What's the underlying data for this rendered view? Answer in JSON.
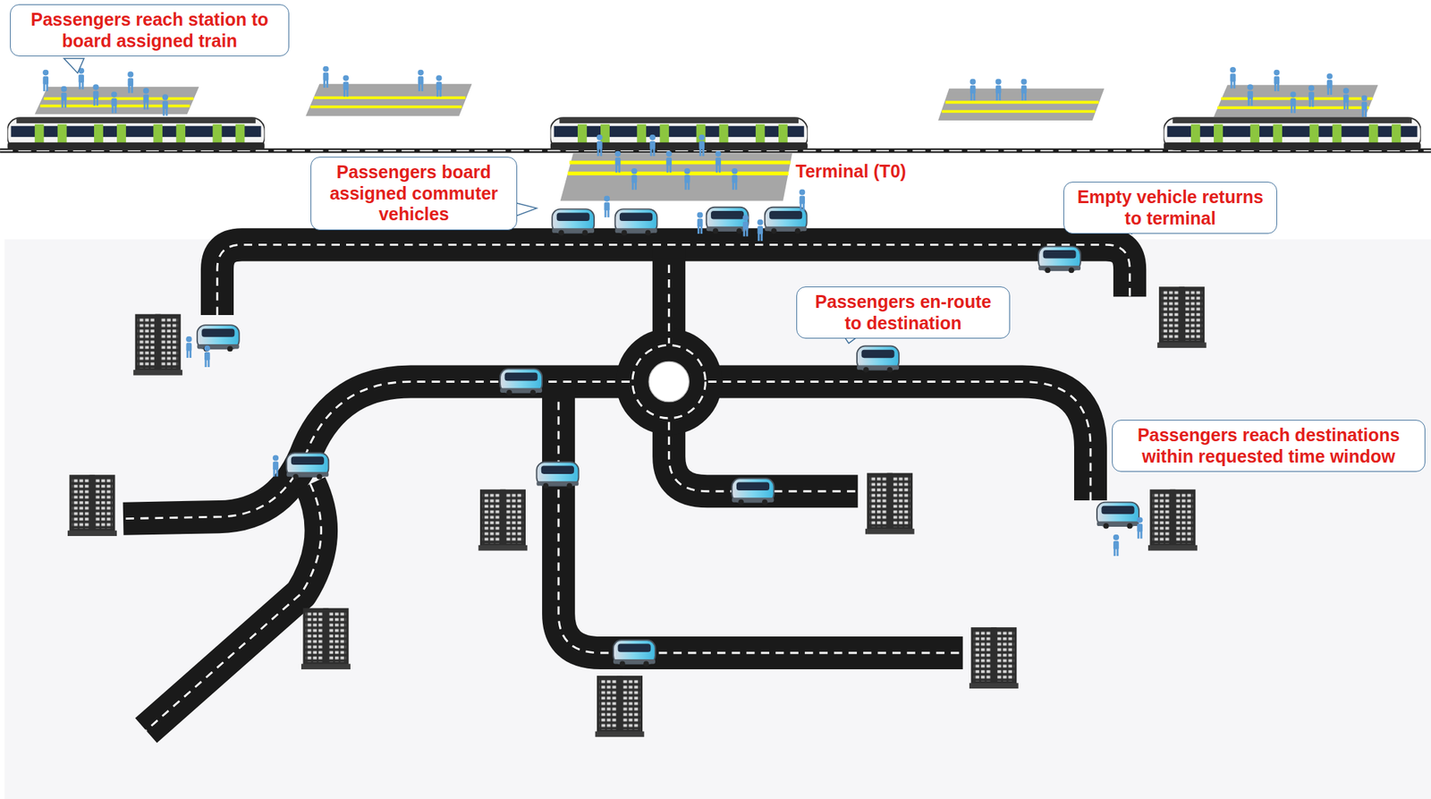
{
  "diagram": {
    "nodes": [
      {
        "text": [
          "Passengers reach station to board assigned train"
        ]
      },
      {
        "text": [
          "Passengers board assigned commuter vehicles"
        ]
      },
      {
        "text": [
          "Empty vehicle returns to terminal"
        ]
      },
      {
        "text": [
          "Passengers en-route to destination"
        ]
      },
      {
        "text": [
          "Passengers reach destinations within requested time window"
        ]
      }
    ],
    "labels": [
      "Terminal (T0)"
    ]
  }
}
